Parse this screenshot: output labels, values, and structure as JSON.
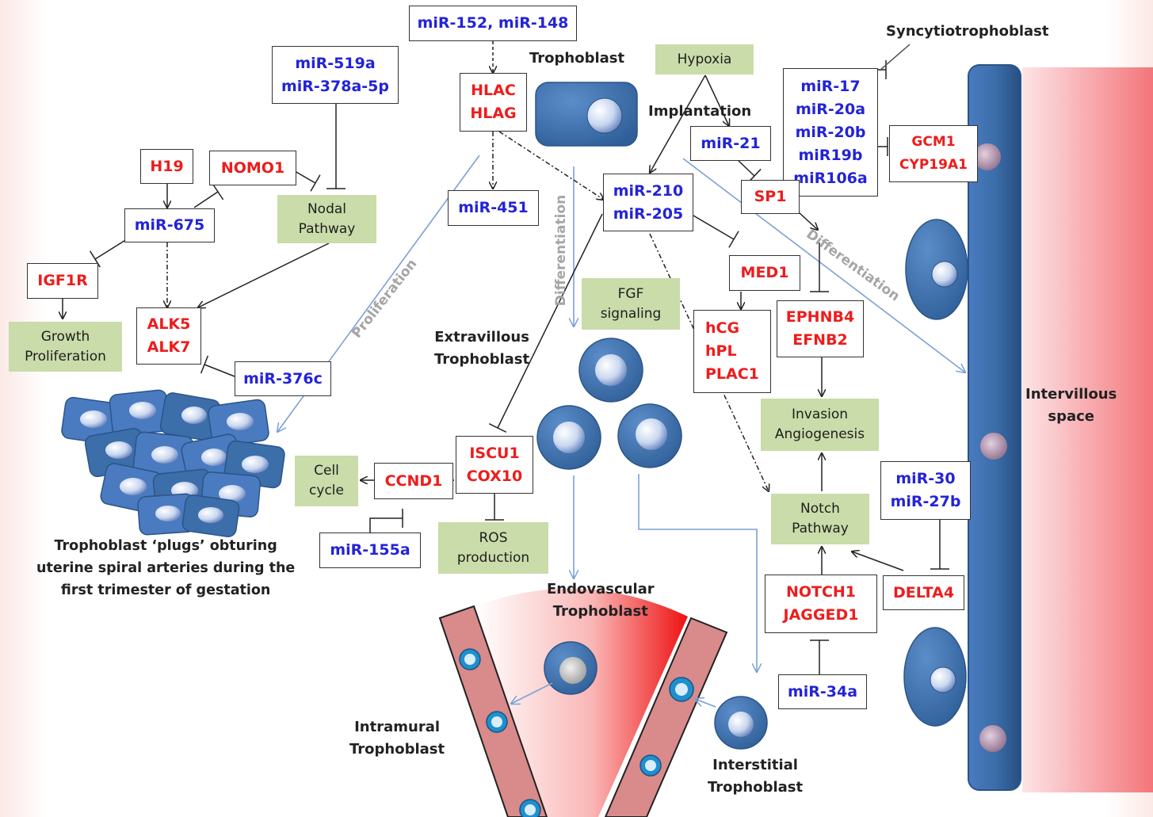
{
  "mirna": {
    "m152_148": "miR-152, miR-148",
    "m519a": "miR-519a",
    "m378a5p": "miR-378a-5p",
    "m675": "miR-675",
    "m451": "miR-451",
    "m21": "miR-21",
    "m210": "miR-210",
    "m205": "miR-205",
    "m17": "miR-17",
    "m20a": "miR-20a",
    "m20b": "miR-20b",
    "m19b": "miR19b",
    "m106a": "miR106a",
    "m376c": "miR-376c",
    "m155a": "miR-155a",
    "m30": "miR-30",
    "m27b": "miR-27b",
    "m34a": "miR-34a"
  },
  "genes": {
    "hlac": "HLAC",
    "hlag": "HLAG",
    "h19": "H19",
    "nomo1": "NOMO1",
    "igf1r": "IGF1R",
    "alk5": "ALK5",
    "alk7": "ALK7",
    "sp1": "SP1",
    "gcm1": "GCM1",
    "cyp19a1": "CYP19A1",
    "med1": "MED1",
    "hcg": "hCG",
    "hpl": "hPL",
    "plac1": "PLAC1",
    "ephnb4": "EPHNB4",
    "efnb2": "EFNB2",
    "iscu1": "ISCU1",
    "cox10": "COX10",
    "ccnd1": "CCND1",
    "notch1": "NOTCH1",
    "jagged1": "JAGGED1",
    "delta4": "DELTA4"
  },
  "pathways": {
    "hypoxia": "Hypoxia",
    "nodal_1": "Nodal",
    "nodal_2": "Pathway",
    "growth_1": "Growth",
    "growth_2": "Proliferation",
    "fgf_1": "FGF",
    "fgf_2": "signaling",
    "invasion_1": "Invasion",
    "invasion_2": "Angiogenesis",
    "cellcycle_1": "Cell",
    "cellcycle_2": "cycle",
    "ros_1": "ROS",
    "ros_2": "production",
    "notch_1": "Notch",
    "notch_2": "Pathway"
  },
  "labels": {
    "trophoblast": "Trophoblast",
    "syncytio": "Syncytiotrophoblast",
    "implantation": "Implantation",
    "evt_1": "Extravillous",
    "evt_2": "Trophoblast",
    "intervillous_1": "Intervillous",
    "intervillous_2": "space",
    "plugs_1": "Trophoblast ‘plugs’ obturing",
    "plugs_2": "uterine spiral arteries during the",
    "plugs_3": "first trimester of gestation",
    "endo_1": "Endovascular",
    "endo_2": "Trophoblast",
    "intramural_1": "Intramural",
    "intramural_2": "Trophoblast",
    "interstitial_1": "Interstitial",
    "interstitial_2": "Trophoblast",
    "proliferation": "Proliferation",
    "differentiation_a": "Differentiation",
    "differentiation_b": "Differentiation"
  },
  "colors": {
    "mirna_text": "#2323d8",
    "gene_text": "#ee1c1c",
    "pathway_fill": "#c9dca9",
    "cell_blue": "#3c6eaa",
    "process_arrow": "#7aa1d6"
  }
}
